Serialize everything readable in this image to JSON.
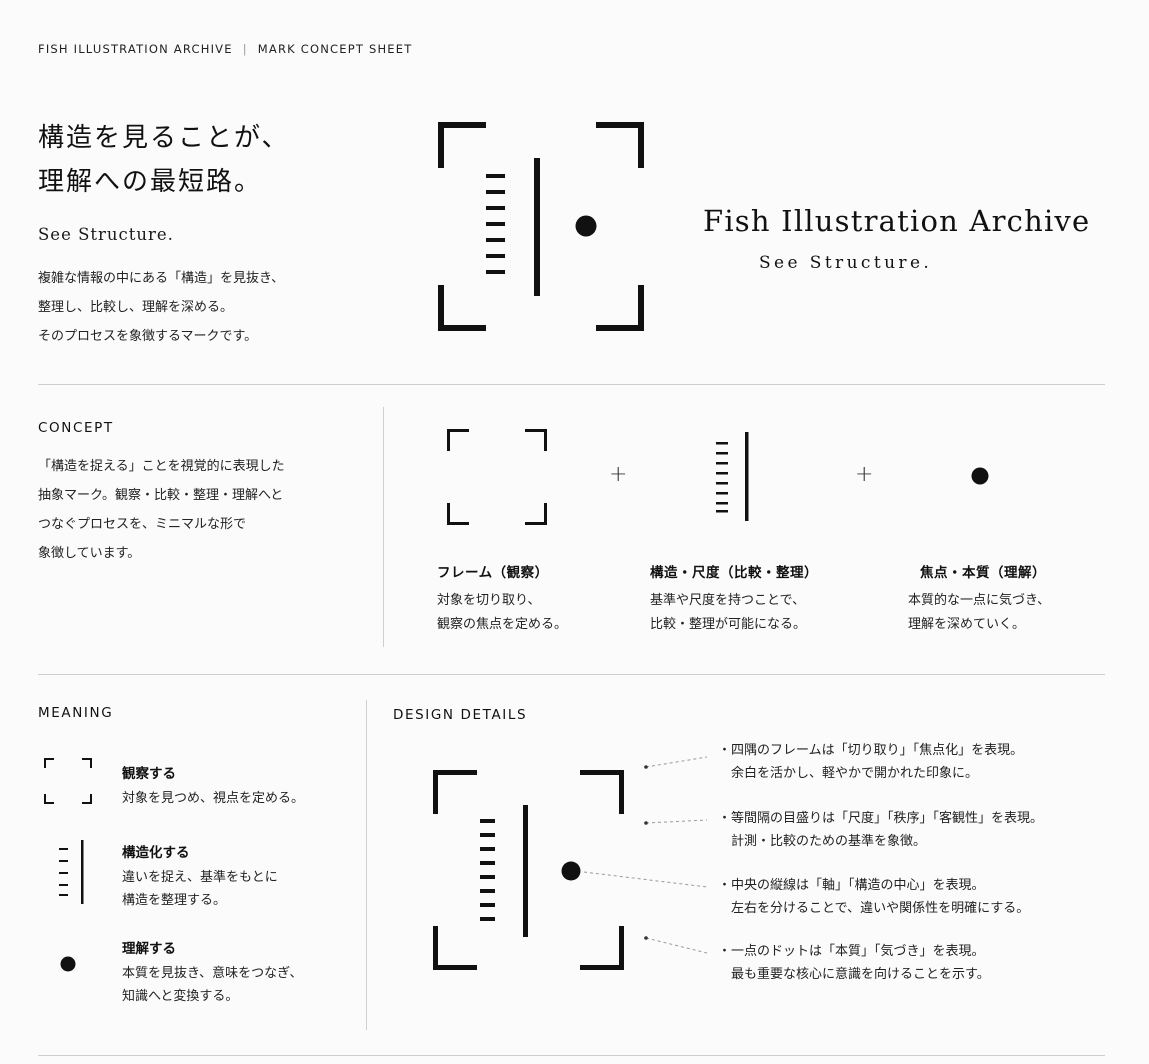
{
  "header": {
    "archive": "FISH ILLUSTRATION ARCHIVE",
    "separator": "|",
    "sheet": "MARK CONCEPT SHEET"
  },
  "hero": {
    "headline_1": "構造を見ることが、",
    "headline_2": "理解への最短路。",
    "tagline": "See Structure.",
    "intro_1": "複雑な情報の中にある「構造」を見抜き、",
    "intro_2": "整理し、比較し、理解を深める。",
    "intro_3": "そのプロセスを象徴するマークです。"
  },
  "logo": {
    "title": "Fish Illustration Archive",
    "subtitle": "See Structure."
  },
  "concept": {
    "label": "CONCEPT",
    "text_1": "「構造を捉える」ことを視覚的に表現した",
    "text_2": "抽象マーク。観察・比較・整理・理解へと",
    "text_3": "つなぐプロセスを、ミニマルな形で",
    "text_4": "象徴しています。",
    "plus": "+",
    "items": [
      {
        "title": "フレーム（観察）",
        "line_1": "対象を切り取り、",
        "line_2": "観察の焦点を定める。"
      },
      {
        "title": "構造・尺度（比較・整理）",
        "line_1": "基準や尺度を持つことで、",
        "line_2": "比較・整理が可能になる。"
      },
      {
        "title": "焦点・本質（理解）",
        "line_1": "本質的な一点に気づき、",
        "line_2": "理解を深めていく。"
      }
    ]
  },
  "meaning": {
    "label": "MEANING",
    "items": [
      {
        "title": "観察する",
        "line_1": "対象を見つめ、視点を定める。",
        "line_2": ""
      },
      {
        "title": "構造化する",
        "line_1": "違いを捉え、基準をもとに",
        "line_2": "構造を整理する。"
      },
      {
        "title": "理解する",
        "line_1": "本質を見抜き、意味をつなぎ、",
        "line_2": "知識へと変換する。"
      }
    ]
  },
  "details": {
    "label": "DESIGN DETAILS",
    "items": [
      {
        "line_1": "・四隅のフレームは「切り取り」「焦点化」を表現。",
        "line_2": "余白を活かし、軽やかで開かれた印象に。"
      },
      {
        "line_1": "・等間隔の目盛りは「尺度」「秩序」「客観性」を表現。",
        "line_2": "計測・比較のための基準を象徴。"
      },
      {
        "line_1": "・中央の縦線は「軸」「構造の中心」を表現。",
        "line_2": "左右を分けることで、違いや関係性を明確にする。"
      },
      {
        "line_1": "・一点のドットは「本質」「気づき」を表現。",
        "line_2": "最も重要な核心に意識を向けることを示す。"
      }
    ]
  },
  "colors": {
    "ink": "#111111",
    "rule": "#cfcfcf",
    "background": "#fbfbfb"
  },
  "icons": [
    "frame-corners-icon",
    "scale-ticks-icon",
    "axis-line-icon",
    "focus-dot-icon"
  ]
}
